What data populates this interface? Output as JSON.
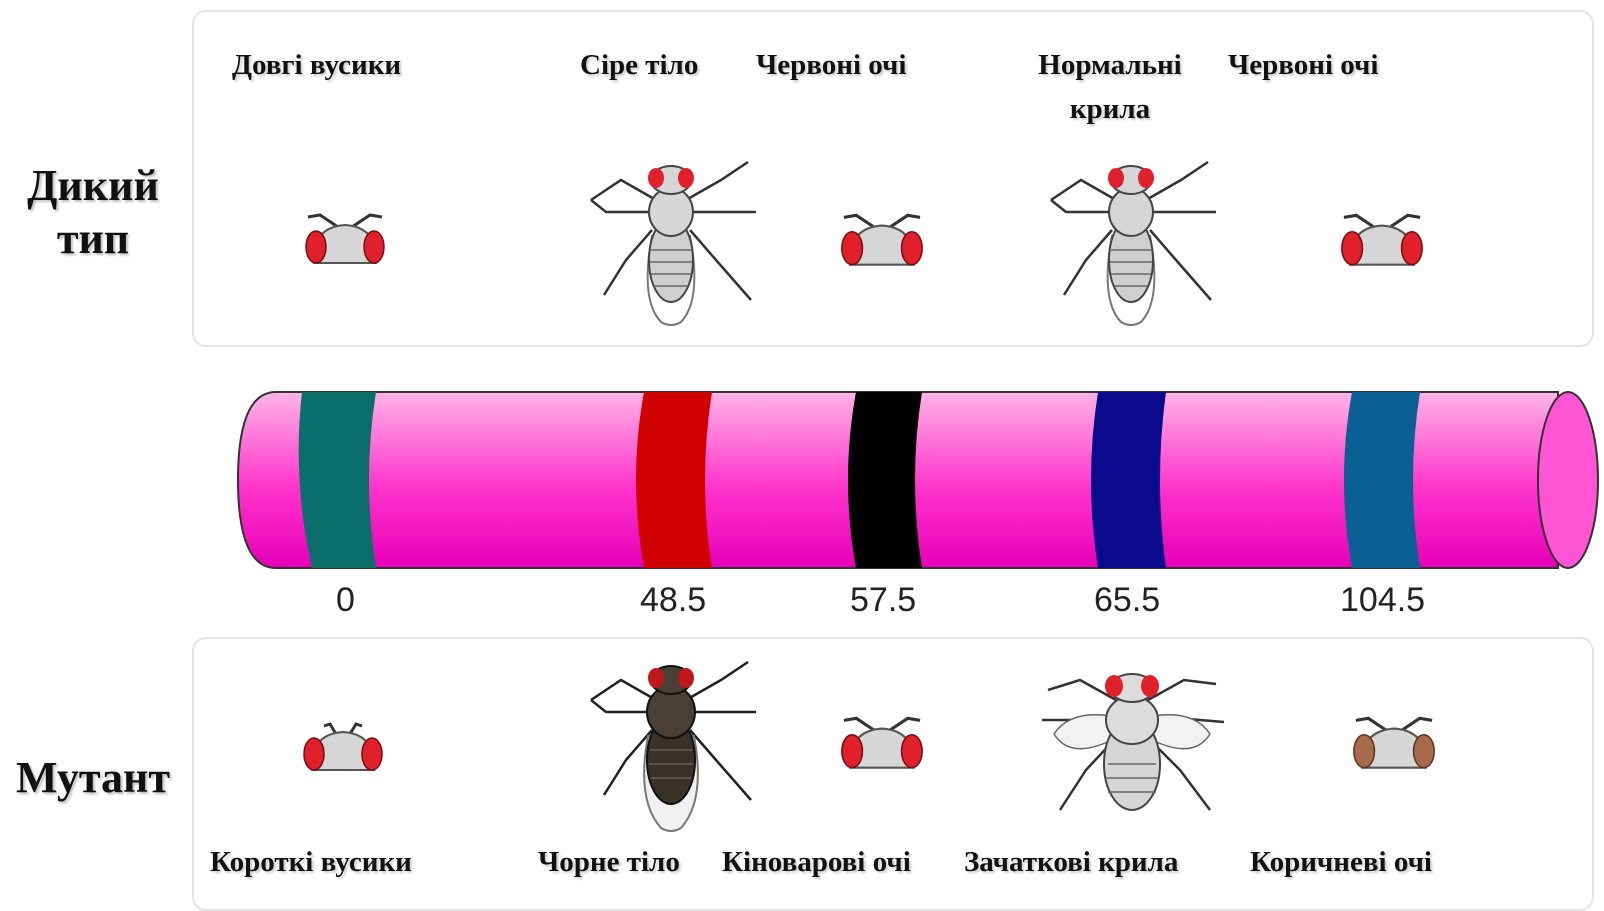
{
  "wild_type": {
    "label": "Дикий тип",
    "traits": [
      "Довгі вусики",
      "Сіре тіло",
      "Червоні очі",
      "Нормальні крила",
      "Червоні очі"
    ]
  },
  "mutant": {
    "label": "Мутант",
    "traits": [
      "Короткі вусики",
      "Чорне тіло",
      "Кіноварові очі",
      "Зачаткові крила",
      "Коричневі очі"
    ]
  },
  "loci": {
    "positions": [
      "0",
      "48.5",
      "57.5",
      "65.5",
      "104.5"
    ],
    "band_colors": [
      "#0c6e6a",
      "#d00000",
      "#000000",
      "#0a0a8c",
      "#0a5f94"
    ]
  },
  "colors": {
    "chromosome": "#ff33cc",
    "eye_red": "#e0202a",
    "eye_brown": "#a86a4a",
    "body_grey": "#cfcfcf",
    "body_black": "#3a3129"
  },
  "icons": [
    "fly-head-icon",
    "fly-icon",
    "black-fly-icon",
    "vestigial-wing-fly-icon"
  ]
}
